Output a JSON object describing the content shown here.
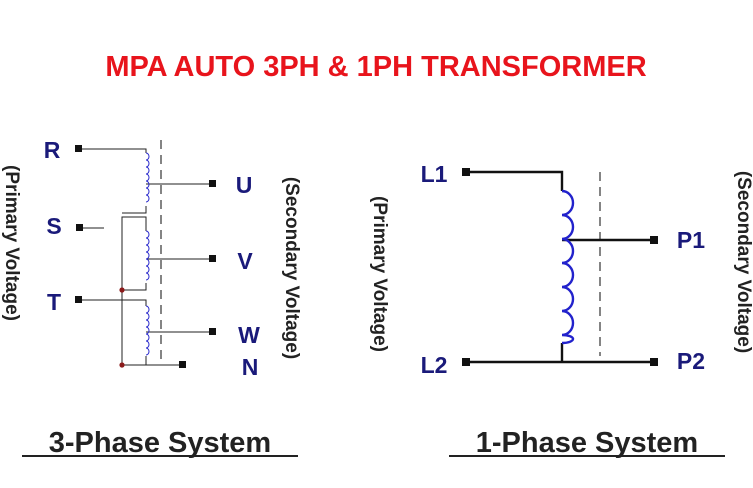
{
  "title": "MPA AUTO 3PH & 1PH TRANSFORMER",
  "three_phase": {
    "caption": "3-Phase System",
    "primary_label": "(Primary Voltage)",
    "secondary_label": "(Secondary Voltage)",
    "inputs": [
      "R",
      "S",
      "T"
    ],
    "outputs": [
      "U",
      "V",
      "W",
      "N"
    ]
  },
  "single_phase": {
    "caption": "1-Phase System",
    "primary_label": "(Primary Voltage)",
    "secondary_label": "(Secondary Voltage)",
    "inputs": [
      "L1",
      "L2"
    ],
    "outputs": [
      "P1",
      "P2"
    ]
  },
  "colors": {
    "title": "#e8141c",
    "terminal_text": "#1a1a7a",
    "coil": "#2222cc",
    "junction": "#8b1a1a"
  }
}
